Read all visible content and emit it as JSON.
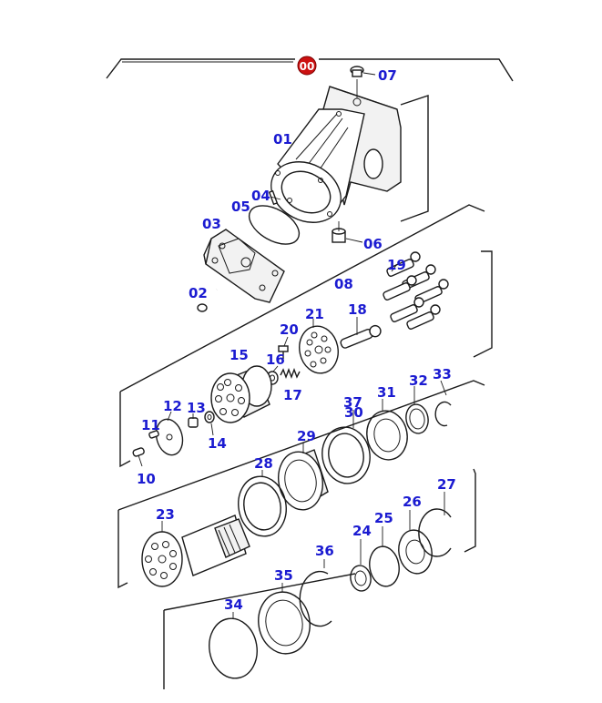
{
  "colors": {
    "label": "#1b1bd1",
    "badge": "#cc1111",
    "line": "#1a1a1a"
  },
  "badge": {
    "text": "00"
  },
  "parts": [
    {
      "id": "p01",
      "label": "01"
    },
    {
      "id": "p02",
      "label": "02"
    },
    {
      "id": "p03",
      "label": "03"
    },
    {
      "id": "p04",
      "label": "04"
    },
    {
      "id": "p05",
      "label": "05"
    },
    {
      "id": "p06",
      "label": "06"
    },
    {
      "id": "p07",
      "label": "07"
    },
    {
      "id": "p08",
      "label": "08"
    },
    {
      "id": "p10",
      "label": "10"
    },
    {
      "id": "p11",
      "label": "11"
    },
    {
      "id": "p12",
      "label": "12"
    },
    {
      "id": "p13",
      "label": "13"
    },
    {
      "id": "p14",
      "label": "14"
    },
    {
      "id": "p15",
      "label": "15"
    },
    {
      "id": "p16",
      "label": "16"
    },
    {
      "id": "p17",
      "label": "17"
    },
    {
      "id": "p18",
      "label": "18"
    },
    {
      "id": "p19",
      "label": "19"
    },
    {
      "id": "p20",
      "label": "20"
    },
    {
      "id": "p21",
      "label": "21"
    },
    {
      "id": "p23",
      "label": "23"
    },
    {
      "id": "p24",
      "label": "24"
    },
    {
      "id": "p25",
      "label": "25"
    },
    {
      "id": "p26",
      "label": "26"
    },
    {
      "id": "p27",
      "label": "27"
    },
    {
      "id": "p28",
      "label": "28"
    },
    {
      "id": "p29",
      "label": "29"
    },
    {
      "id": "p30",
      "label": "30"
    },
    {
      "id": "p31",
      "label": "31"
    },
    {
      "id": "p32",
      "label": "32"
    },
    {
      "id": "p33",
      "label": "33"
    },
    {
      "id": "p34",
      "label": "34"
    },
    {
      "id": "p35",
      "label": "35"
    },
    {
      "id": "p36",
      "label": "36"
    },
    {
      "id": "p37",
      "label": "37"
    }
  ]
}
